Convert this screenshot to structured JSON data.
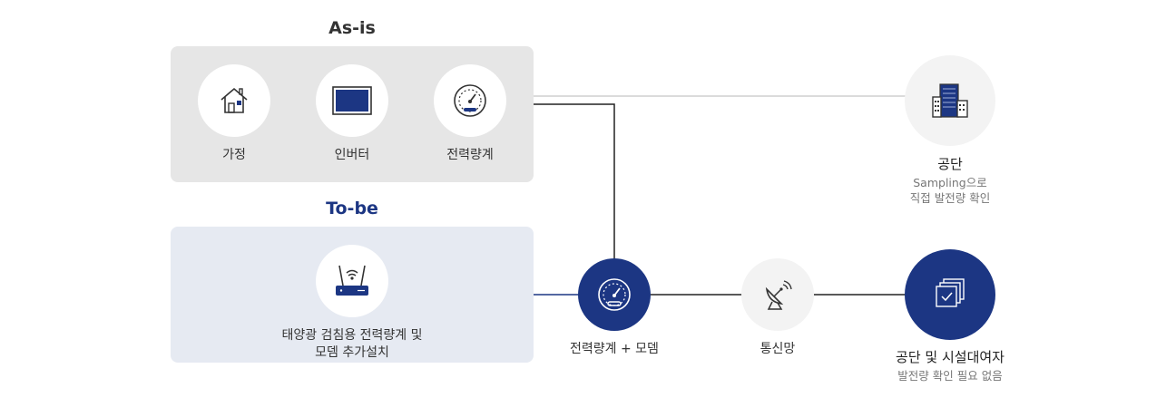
{
  "asis": {
    "title": "As-is",
    "nodes": [
      {
        "label": "가정",
        "icon": "house-icon"
      },
      {
        "label": "인버터",
        "icon": "inverter-icon"
      },
      {
        "label": "전력량계",
        "icon": "meter-icon"
      }
    ]
  },
  "tobe": {
    "title": "To-be",
    "node": {
      "label_line1": "태양광 검침용 전력량계 및",
      "label_line2": "모뎀 추가설치",
      "icon": "router-icon"
    }
  },
  "flow": {
    "meter_modem": {
      "label": "전력량계 + 모뎀",
      "icon": "meter-icon"
    },
    "network": {
      "label": "통신망",
      "icon": "satellite-dish-icon"
    },
    "corp_target": {
      "label": "공단 및 시설대여자",
      "sub": "발전량 확인 필요 없음",
      "icon": "documents-check-icon"
    },
    "corp": {
      "label": "공단",
      "sub_line1": "Sampling으로",
      "sub_line2": "직접 발전량 확인",
      "icon": "building-icon"
    }
  },
  "colors": {
    "navy": "#1c3683",
    "asis_panel": "#e6e6e6",
    "tobe_panel": "#e6eaf2",
    "circle_light": "#f3f3f3"
  }
}
